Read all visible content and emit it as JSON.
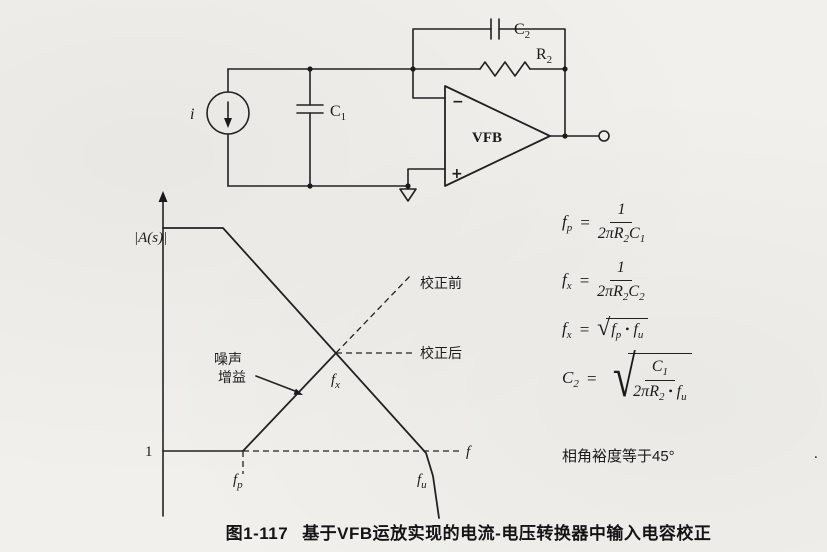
{
  "page": {
    "caption_num": "图1-117",
    "caption_text": "基于VFB运放实现的电流-电压转换器中输入电容校正",
    "stray_period": "."
  },
  "circuit": {
    "source_label": "i",
    "c1": {
      "main": "C",
      "sub": "1"
    },
    "c2": {
      "main": "C",
      "sub": "2"
    },
    "r2": {
      "main": "R",
      "sub": "2"
    },
    "opamp": "VFB",
    "minus": "−",
    "plus": "+"
  },
  "plot": {
    "y_label": "|A(s)|",
    "unity": "1",
    "fp": {
      "main": "f",
      "sub": "p"
    },
    "fu": {
      "main": "f",
      "sub": "u"
    },
    "fx": {
      "main": "f",
      "sub": "x"
    },
    "f": "f",
    "noise1": "噪声",
    "noise2": "增益",
    "before": "校正前",
    "after": "校正后"
  },
  "formulas": {
    "sym": {
      "eq": "=",
      "sqrt": "√",
      "dot": "•"
    },
    "f1": {
      "lhs": "f",
      "lhsSub": "p",
      "num": "1",
      "den1": "2πR",
      "den1Sub": "2",
      "den2": "C",
      "den2Sub": "1"
    },
    "f2": {
      "lhs": "f",
      "lhsSub": "x",
      "num": "1",
      "den1": "2πR",
      "den1Sub": "2",
      "den2": "C",
      "den2Sub": "2"
    },
    "f3": {
      "lhs": "f",
      "lhsSub": "x",
      "rad1": "f",
      "rad1Sub": "p",
      "rad2": "f",
      "rad2Sub": "u"
    },
    "f4": {
      "lhs": "C",
      "lhsSub": "2",
      "num": "C",
      "numSub": "1",
      "den1": "2πR",
      "den1Sub": "2",
      "den2": "f",
      "den2Sub": "u"
    },
    "phase": "相角裕度等于45°"
  }
}
